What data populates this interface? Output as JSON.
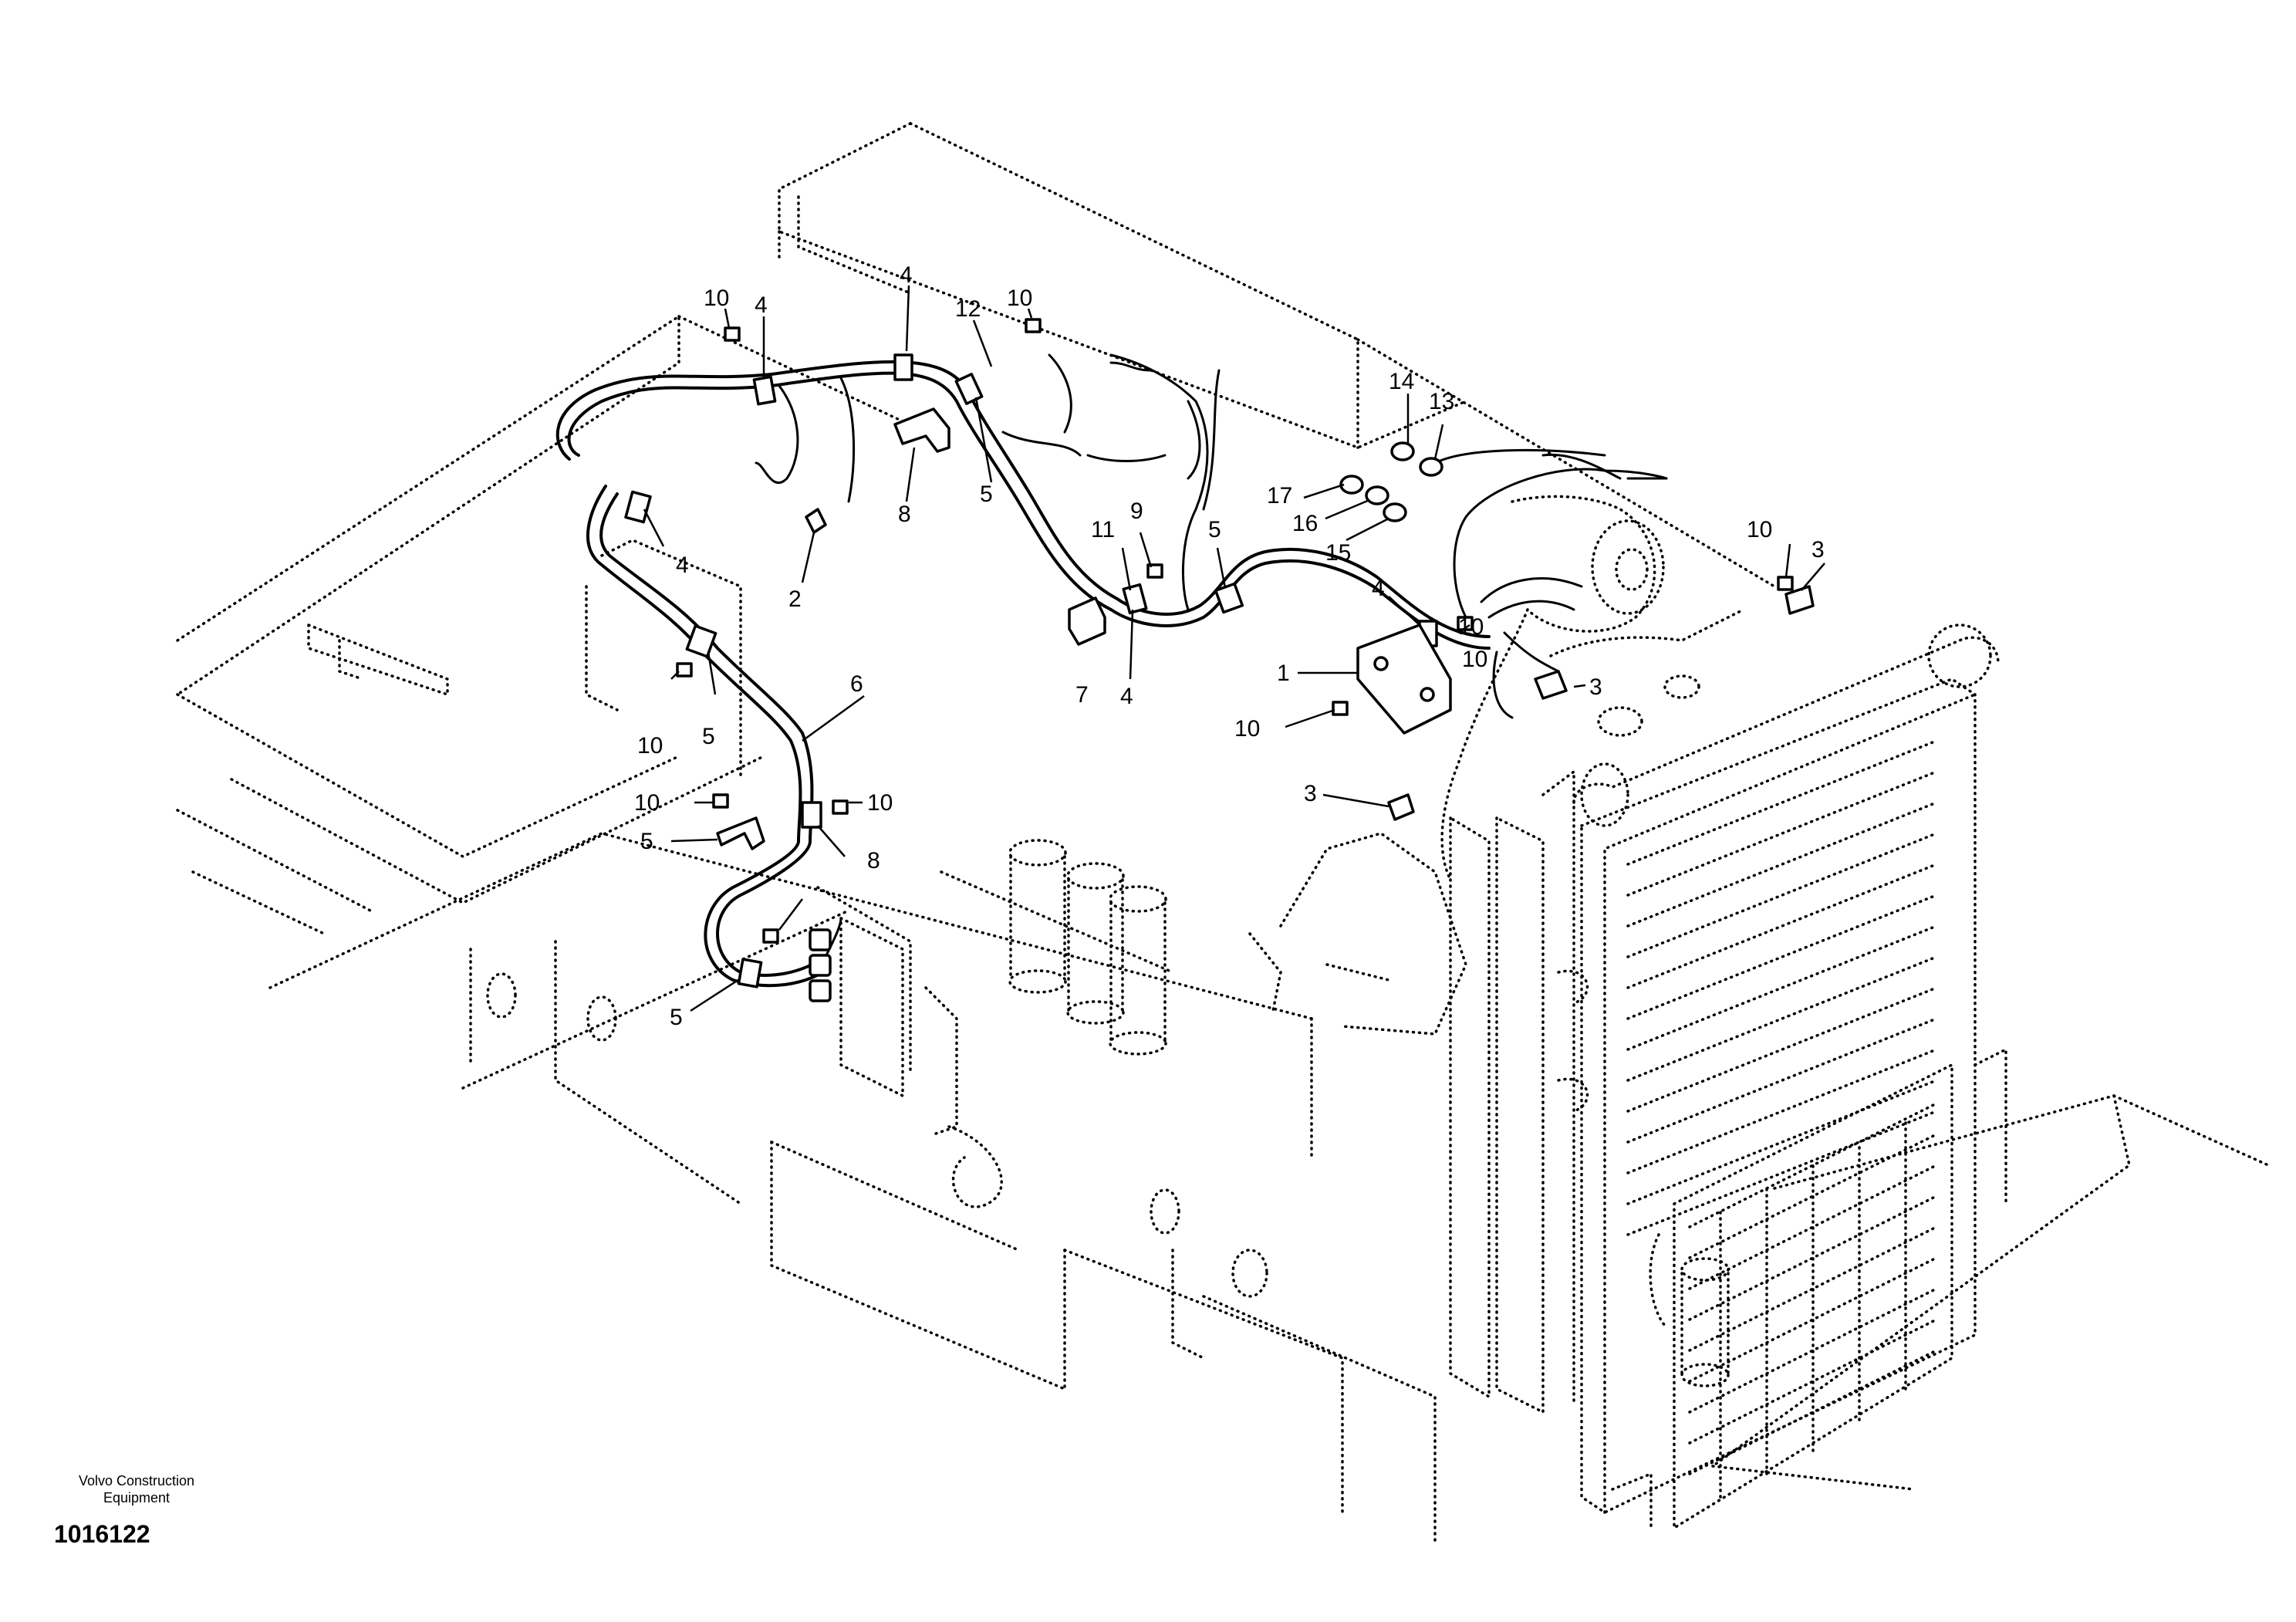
{
  "footer": {
    "brand_line1": "Volvo Construction",
    "brand_line2": "Equipment",
    "drawing_number": "1016122"
  },
  "callouts": [
    {
      "id": "c10a",
      "label": "10"
    },
    {
      "id": "c4a",
      "label": "4"
    },
    {
      "id": "c4b",
      "label": "4"
    },
    {
      "id": "c12",
      "label": "12"
    },
    {
      "id": "c10b",
      "label": "10"
    },
    {
      "id": "c14",
      "label": "14"
    },
    {
      "id": "c13",
      "label": "13"
    },
    {
      "id": "c17",
      "label": "17"
    },
    {
      "id": "c16",
      "label": "16"
    },
    {
      "id": "c15",
      "label": "15"
    },
    {
      "id": "c8a",
      "label": "8"
    },
    {
      "id": "c5a",
      "label": "5"
    },
    {
      "id": "c11",
      "label": "11"
    },
    {
      "id": "c9",
      "label": "9"
    },
    {
      "id": "c5b",
      "label": "5"
    },
    {
      "id": "c2",
      "label": "2"
    },
    {
      "id": "c4c",
      "label": "4"
    },
    {
      "id": "c7",
      "label": "7"
    },
    {
      "id": "c4d",
      "label": "4"
    },
    {
      "id": "c4e",
      "label": "4"
    },
    {
      "id": "c10c",
      "label": "10"
    },
    {
      "id": "c1",
      "label": "1"
    },
    {
      "id": "c3a",
      "label": "3"
    },
    {
      "id": "c10d",
      "label": "10"
    },
    {
      "id": "c10e",
      "label": "10"
    },
    {
      "id": "c3b",
      "label": "3"
    },
    {
      "id": "c6",
      "label": "6"
    },
    {
      "id": "c10f",
      "label": "10"
    },
    {
      "id": "c5c",
      "label": "5"
    },
    {
      "id": "c10g",
      "label": "10"
    },
    {
      "id": "c10h",
      "label": "10"
    },
    {
      "id": "c8b",
      "label": "8"
    },
    {
      "id": "c5d",
      "label": "5"
    },
    {
      "id": "c3c",
      "label": "3"
    },
    {
      "id": "c10i",
      "label": "10"
    },
    {
      "id": "c5e",
      "label": "5"
    }
  ]
}
